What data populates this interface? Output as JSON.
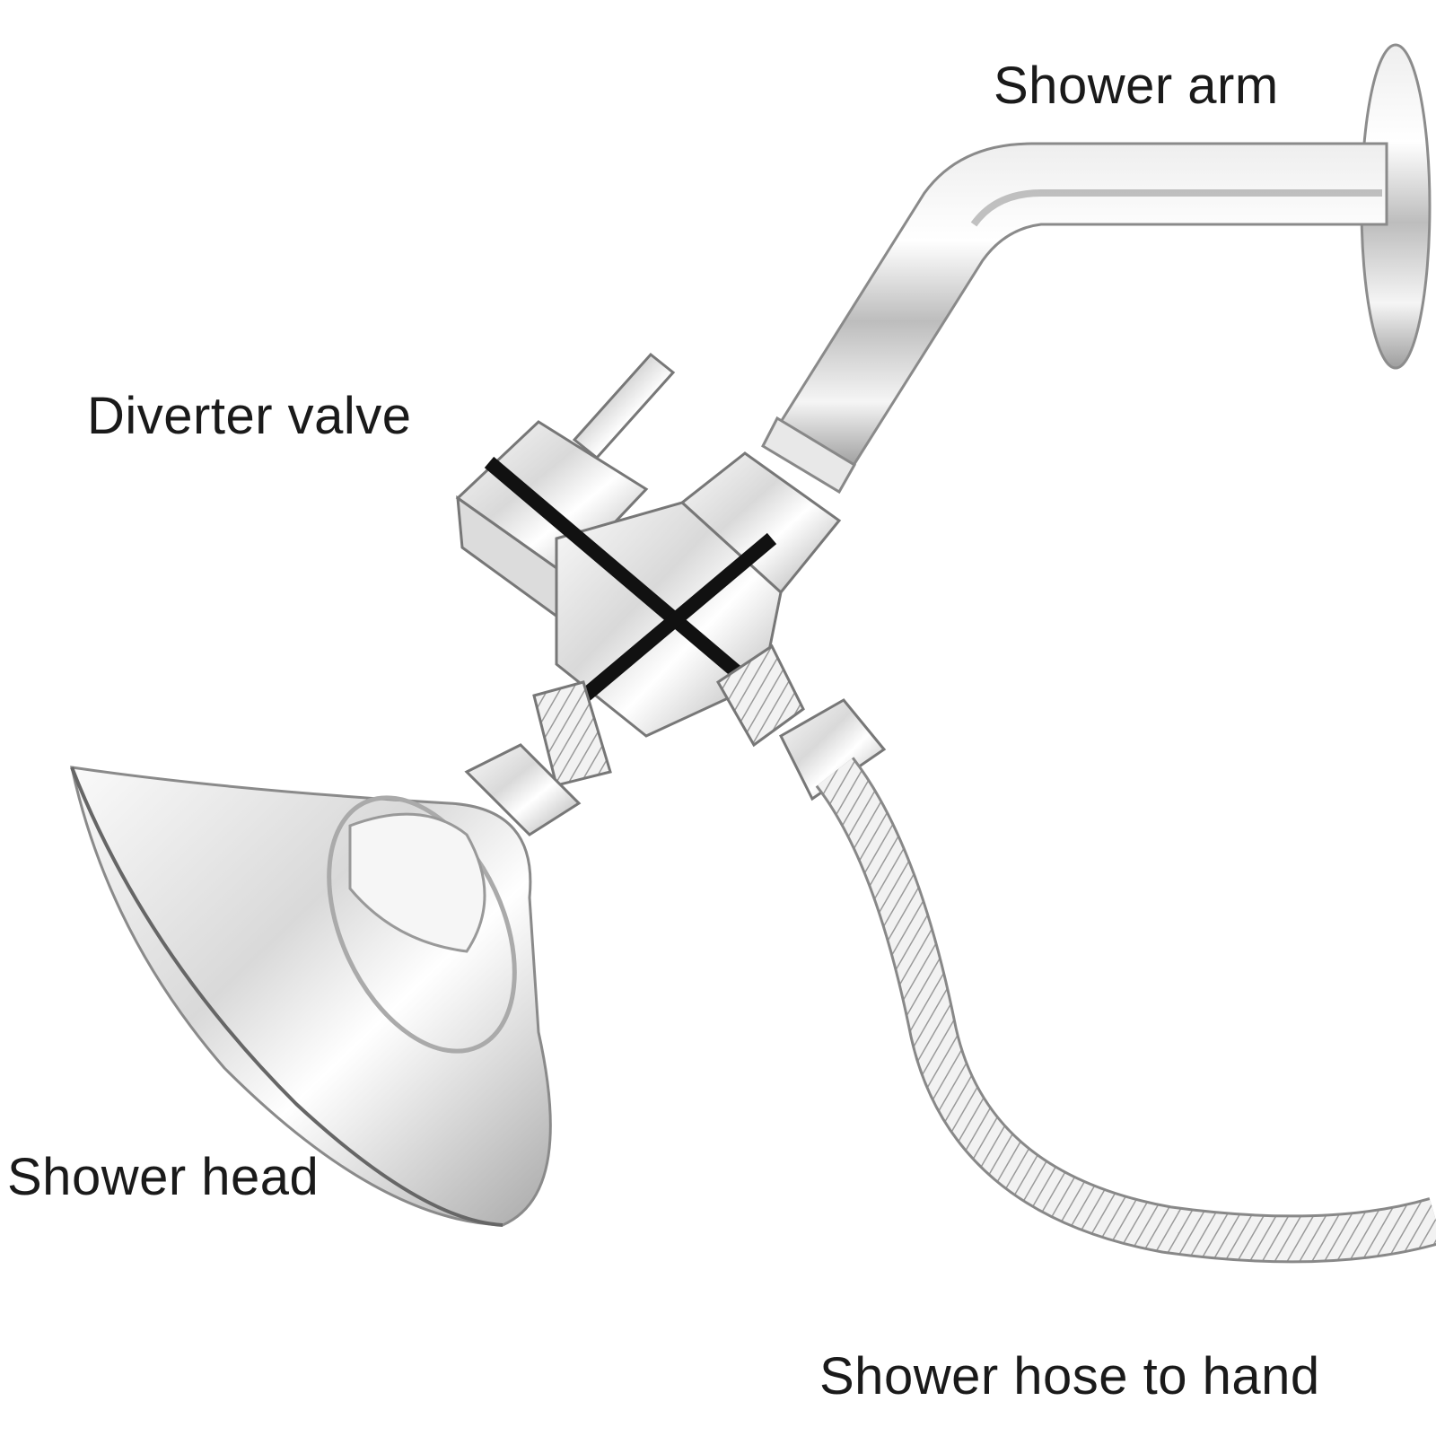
{
  "labels": {
    "shower_arm": "Shower arm",
    "diverter_valve": "Diverter valve",
    "shower_head": "Shower head",
    "shower_hose": "Shower hose to hand"
  },
  "colors": {
    "chrome_light": "#f4f4f4",
    "chrome_mid": "#c8c8c8",
    "chrome_dark": "#7a7a7a",
    "groove": "#111111"
  }
}
